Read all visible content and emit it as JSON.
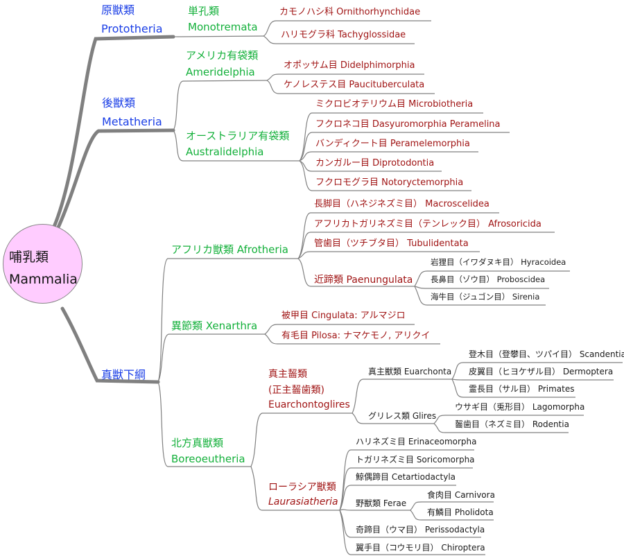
{
  "root": {
    "ja": "哺乳類",
    "en": "Mammalia",
    "color": "#ffccff"
  },
  "prototheria": {
    "ja": "原獣類",
    "en": "Prototheria",
    "monotremata": {
      "ja": "単孔類",
      "en": "Monotremata",
      "families": [
        "カモノハシ科 Ornithorhynchidae",
        "ハリモグラ科 Tachyglossidae"
      ]
    }
  },
  "metatheria": {
    "ja": "後獣類",
    "en": "Metatheria",
    "ameridelphia": {
      "ja": "アメリカ有袋類",
      "en": "Ameridelphia",
      "orders": [
        "オポッサム目 Didelphimorphia",
        "ケノレステス目 Paucituberculata"
      ]
    },
    "australidelphia": {
      "ja": "オーストラリア有袋類",
      "en": "Australidelphia",
      "orders": [
        "ミクロビオテリウム目 Microbiotheria",
        "フクロネコ目 Dasyuromorphia Peramelina",
        "バンディクート目 Peramelemorphia",
        "カンガルー目 Diprotodontia",
        "フクロモグラ目 Notoryctemorphia"
      ]
    }
  },
  "eutheria": {
    "label": "真獣下綱",
    "afrotheria": {
      "label": "アフリカ獣類 Afrotheria",
      "orders": [
        "長脚目（ハネジネズミ目） Macroscelidea",
        "アフリカトガリネズミ目（テンレック目） Afrosoricida",
        "管歯目（ツチブタ目） Tubulidentata"
      ],
      "paenungulata": {
        "label": "近蹄類 Paenungulata",
        "orders": [
          "岩狸目（イワダヌキ目） Hyracoidea",
          "長鼻目（ゾウ目） Proboscidea",
          "海牛目（ジュゴン目） Sirenia"
        ]
      }
    },
    "xenarthra": {
      "label": "異節類 Xenarthra",
      "orders": [
        "被甲目 Cingulata: アルマジロ",
        "有毛目 Pilosa: ナマケモノ, アリクイ"
      ]
    },
    "boreoeutheria": {
      "ja": "北方真獣類",
      "en": "Boreoeutheria",
      "euarchontoglires": {
        "ja": "真主齧類",
        "ja2": "(正主齧歯類)",
        "en": "Euarchontoglires",
        "euarchonta": {
          "label": "真主獣類 Euarchonta",
          "orders": [
            "登木目（登攀目、ツパイ目） Scandentia",
            "皮翼目（ヒヨケザル目） Dermoptera",
            "霊長目（サル目） Primates"
          ]
        },
        "glires": {
          "label": "グリレス類 Glires",
          "orders": [
            "ウサギ目（兎形目） Lagomorpha",
            "齧歯目（ネズミ目） Rodentia"
          ]
        }
      },
      "laurasiatheria": {
        "ja": "ローラシア獣類",
        "en": "Laurasiatheria",
        "orders_before": [
          "ハリネズミ目 Erinaceomorpha",
          "トガリネズミ目 Soricomorpha",
          "鯨偶蹄目 Cetartiodactyla"
        ],
        "ferae": {
          "label": "野獣類 Ferae",
          "orders": [
            "食肉目 Carnivora",
            "有鱗目 Pholidota"
          ]
        },
        "orders_after": [
          "奇蹄目（ウマ目） Perissodactyla",
          "翼手目（コウモリ目） Chiroptera"
        ]
      }
    }
  },
  "colors": {
    "level1": "#1a3ee6",
    "level2": "#13b03a",
    "level3": "#a01414",
    "level4": "#1a1a1a",
    "edge": "#808080"
  }
}
